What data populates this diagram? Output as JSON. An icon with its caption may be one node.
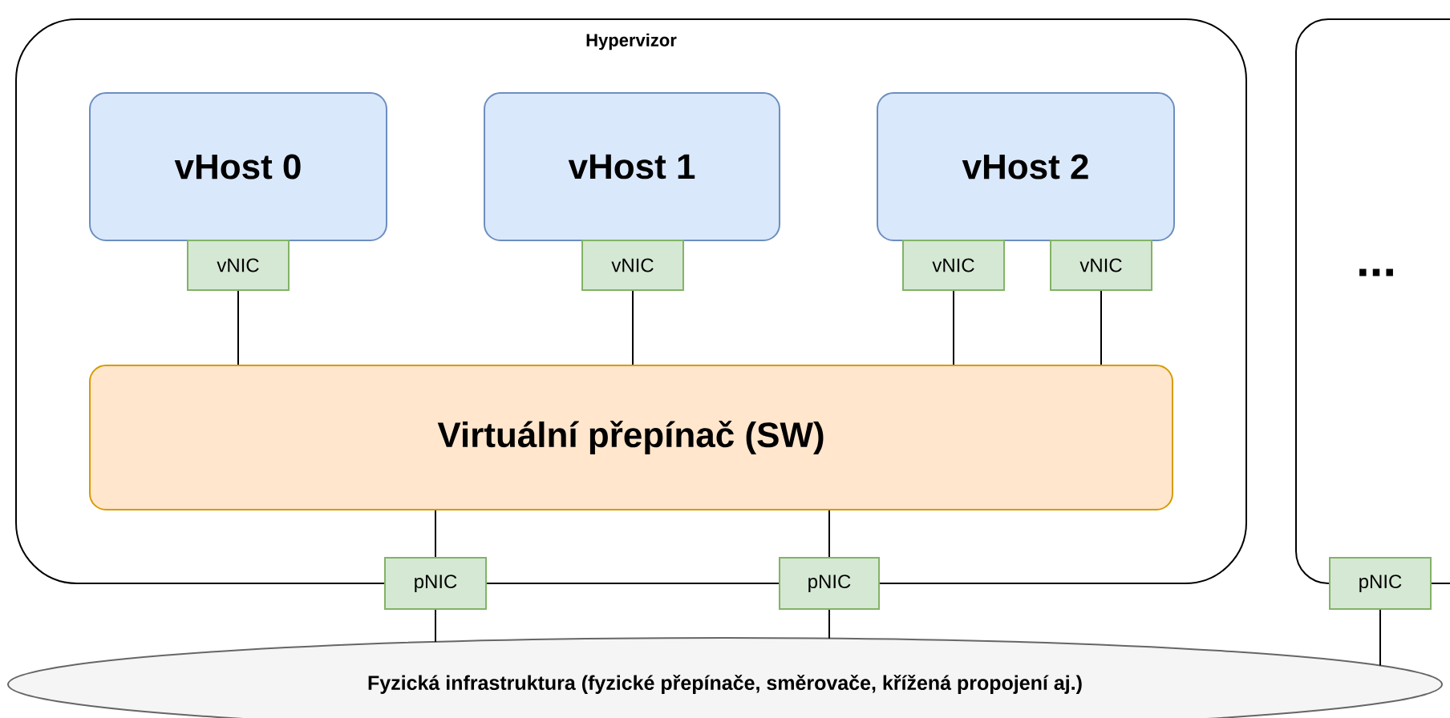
{
  "diagram": {
    "nodes": [
      {
        "text": [
          "Hypervizor"
        ]
      },
      {
        "text": [
          "vHost 0"
        ],
        "in": 0
      },
      {
        "text": [
          "vHost 1"
        ],
        "in": 0
      },
      {
        "text": [
          "vHost 2"
        ],
        "in": 0
      },
      {
        "text": [
          "vNIC"
        ],
        "in": 0
      },
      {
        "text": [
          "vNIC"
        ],
        "in": 0
      },
      {
        "text": [
          "vNIC"
        ],
        "in": 0
      },
      {
        "text": [
          "vNIC"
        ],
        "in": 0
      },
      {
        "text": [
          "Virtuální přepínač (SW)"
        ],
        "in": 0
      },
      {
        "text": [
          "pNIC"
        ]
      },
      {
        "text": [
          "pNIC"
        ]
      },
      {
        "text": [
          "..."
        ]
      },
      {
        "text": [
          "pNIC"
        ]
      },
      {
        "text": [
          "Fyzická infrastruktura (fyzické přepínače, směrovače, křížená propojení aj.)"
        ]
      }
    ],
    "edges": [
      {
        "from": 4,
        "to": 8,
        "arrow": "none"
      },
      {
        "from": 5,
        "to": 8,
        "arrow": "none"
      },
      {
        "from": 6,
        "to": 8,
        "arrow": "none"
      },
      {
        "from": 7,
        "to": 8,
        "arrow": "none"
      },
      {
        "from": 8,
        "to": 9,
        "arrow": "none"
      },
      {
        "from": 8,
        "to": 10,
        "arrow": "none"
      },
      {
        "from": 9,
        "to": 13,
        "arrow": "none"
      },
      {
        "from": 10,
        "to": 13,
        "arrow": "none"
      },
      {
        "from": 12,
        "to": 13,
        "arrow": "none"
      }
    ]
  }
}
